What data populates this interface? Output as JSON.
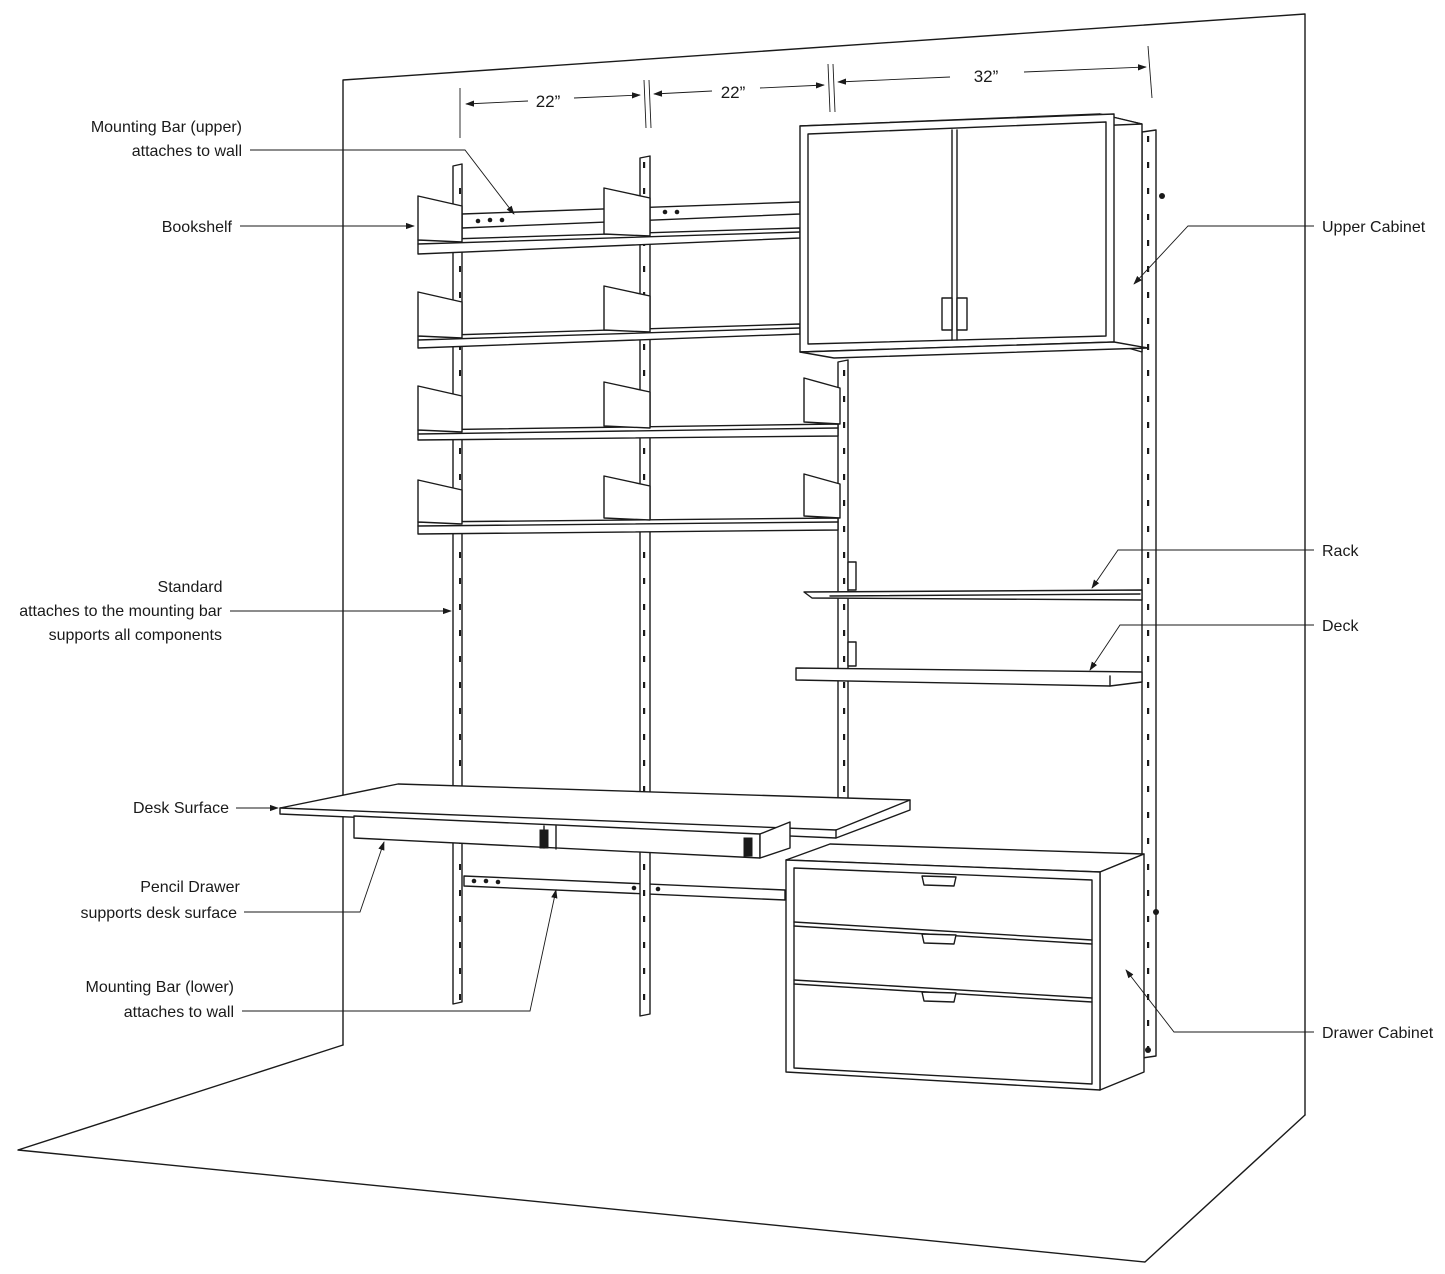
{
  "dimensions": [
    "22”",
    "22”",
    "32”"
  ],
  "labels": {
    "mounting_bar_upper": [
      "Mounting Bar (upper)",
      "attaches to wall"
    ],
    "bookshelf": [
      "Bookshelf"
    ],
    "standard": [
      "Standard",
      "attaches to the mounting bar",
      "supports all components"
    ],
    "desk_surface": [
      "Desk Surface"
    ],
    "pencil_drawer": [
      "Pencil Drawer",
      "supports desk surface"
    ],
    "mounting_bar_lower": [
      "Mounting Bar (lower)",
      "attaches to wall"
    ],
    "upper_cabinet": [
      "Upper Cabinet"
    ],
    "rack": [
      "Rack"
    ],
    "deck": [
      "Deck"
    ],
    "drawer_cabinet": [
      "Drawer Cabinet"
    ]
  }
}
